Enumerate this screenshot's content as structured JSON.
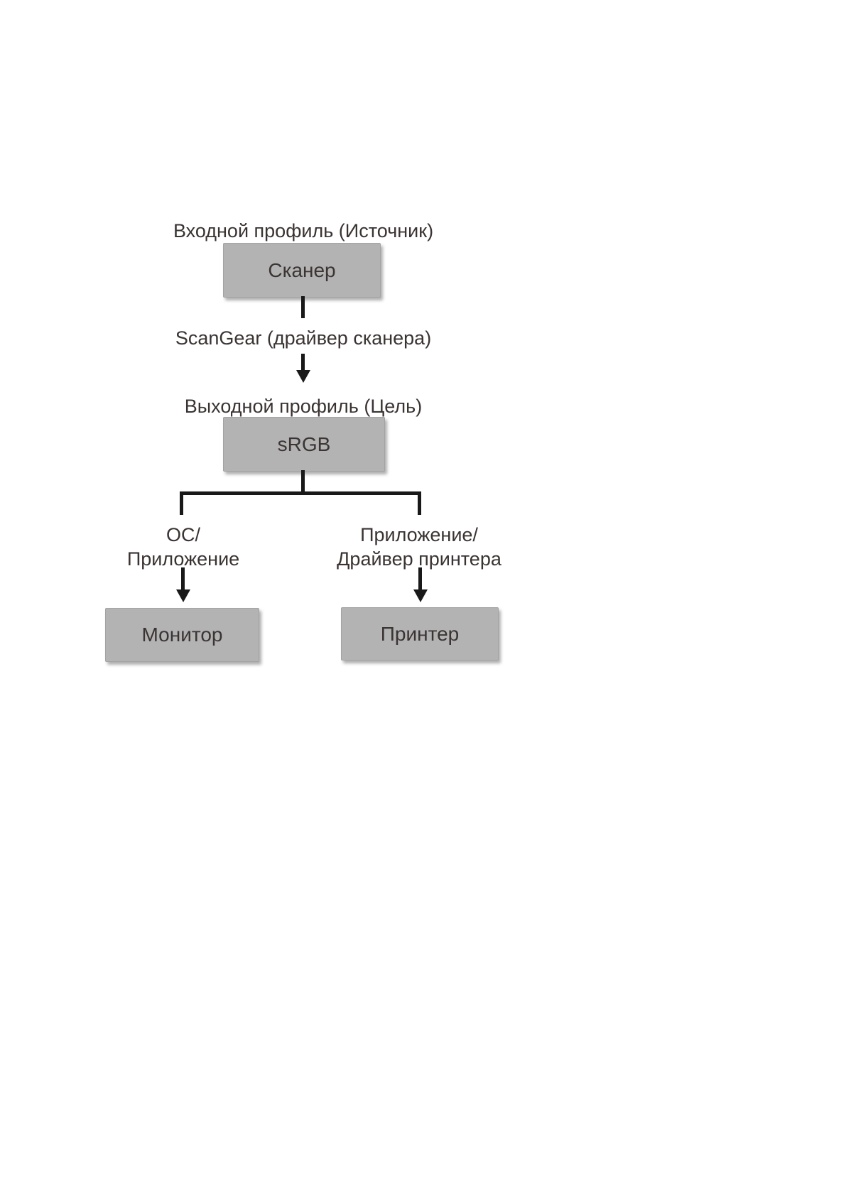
{
  "diagram": {
    "input_profile_title": "Входной профиль (Источник)",
    "scanner_box_label": "Сканер",
    "scangear_label": "ScanGear (драйвер сканера)",
    "output_profile_title": "Выходной профиль (Цель)",
    "srgb_box_label": "sRGB",
    "monitor_branch_label": {
      "line1": "ОС/",
      "line2": "Приложение"
    },
    "printer_branch_label": {
      "line1": "Приложение/",
      "line2": "Драйвер принтера"
    },
    "monitor_box_label": "Монитор",
    "printer_box_label": "Принтер",
    "colors": {
      "background": "#ffffff",
      "box_fill": "#b3b3b3",
      "box_border": "#a3a3a3",
      "text": "#3a3332",
      "line": "#191919"
    }
  }
}
